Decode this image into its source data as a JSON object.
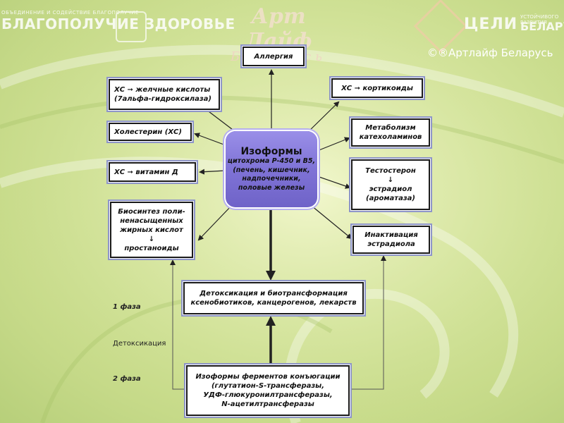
{
  "header": {
    "left_logo_small": "ОБЪЕДИНЕНИЕ И СОДЕЙСТВИЕ БЛАГОПОЛУЧИЕ",
    "left_logo_big": "БЛАГОПОЛУЧИЕ ЗДОРОВЬЕ",
    "center_logo_main": "Арт Лайф",
    "center_logo_sub": "Беларусь",
    "right_logo_main": "ЦЕЛИ",
    "right_logo_small": "УСТОЙЧИВОГО РАЗВИТИЯ",
    "right_logo_country": "БЕЛАРУСИ",
    "copyright": "©®Артлайф Беларусь"
  },
  "diagram": {
    "center": {
      "title": "Изоформы",
      "line1": "цитохрома Р-450 и В5,",
      "line2": "(печень, кишечник,",
      "line3": "надпочечники,",
      "line4": "половые железы"
    },
    "nodes": {
      "allergy": "Аллергия",
      "bile_acids_l1": "ХС ➞ желчные кислоты",
      "bile_acids_l2": "(7альфа-гидроксилаза)",
      "corticoids": "ХС ➞ кортикоиды",
      "cholesterol": "Холестерин (ХС)",
      "catecholamines_l1": "Метаболизм",
      "catecholamines_l2": "катехоламинов",
      "vitamin_d": "ХС ➞ витамин Д",
      "testosterone_l1": "Тестостерон",
      "testosterone_arrow": "↓",
      "testosterone_l2": "эстрадиол",
      "testosterone_l3": "(ароматаза)",
      "fatty_acids_l1": "Биосинтез поли-",
      "fatty_acids_l2": "ненасыщенных",
      "fatty_acids_l3": "жирных кислот",
      "fatty_acids_arrow": "↓",
      "fatty_acids_l4": "простаноиды",
      "estradiol_l1": "Инактивация",
      "estradiol_l2": "эстрадиола",
      "detox_l1": "Детоксикация и биотрансформация",
      "detox_l2": "ксенобиотиков, канцерогенов, лекарств",
      "conjugation_l1": "Изоформы ферментов конъюгации",
      "conjugation_l2": "(глутатион-S-трансферазы,",
      "conjugation_l3": "УДФ-глюкуронилтрансферазы,",
      "conjugation_l4": "N-ацетилтрансферазы"
    },
    "labels": {
      "phase1": "1 фаза",
      "detox": "Детоксикация",
      "phase2": "2 фаза"
    }
  },
  "colors": {
    "background": "#dce9a4",
    "center_node": "#7f73d6",
    "box_border": "#1a1a1a",
    "box_halo": "#8e95c9",
    "edge": "#222222"
  }
}
